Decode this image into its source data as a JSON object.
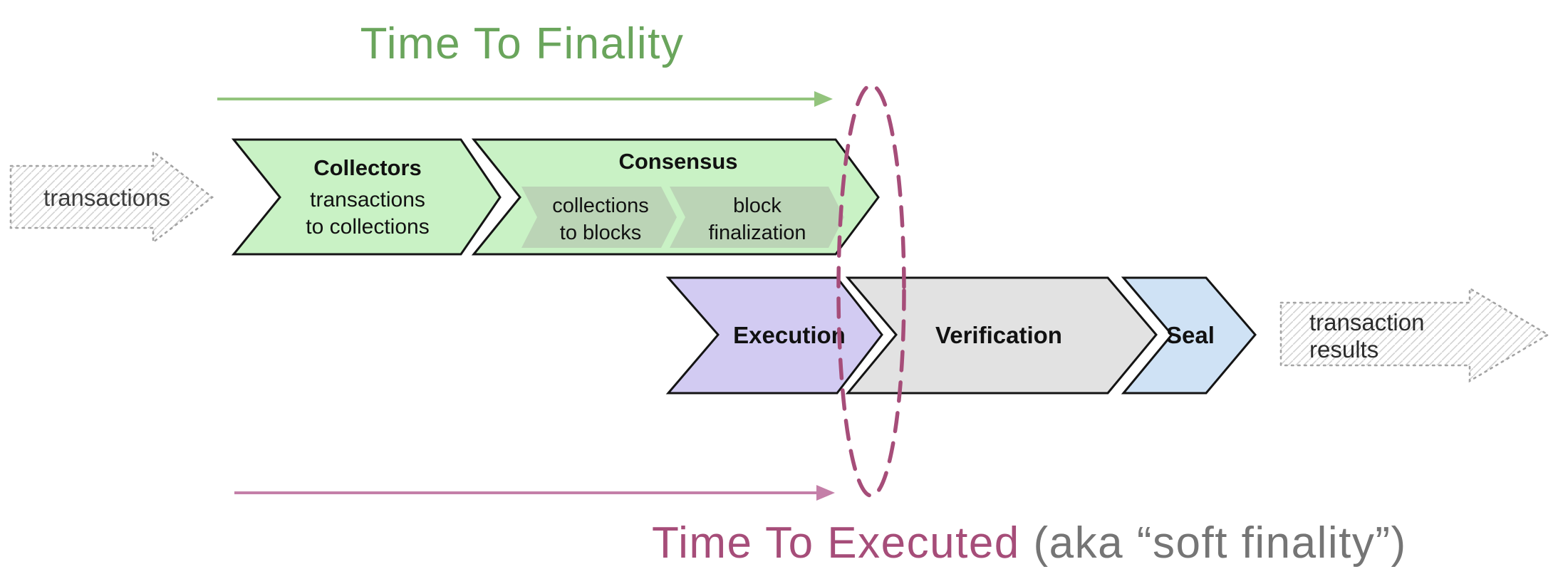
{
  "titles": {
    "finality": "Time To Finality",
    "executed": "Time To Executed",
    "executed_suffix": " (aka “soft finality”)"
  },
  "io": {
    "input_label": "transactions",
    "output_line1": "transaction",
    "output_line2": "results"
  },
  "stages": {
    "collectors": {
      "title": "Collectors",
      "line1": "transactions",
      "line2": "to collections"
    },
    "consensus": {
      "title": "Consensus",
      "sub1_line1": "collections",
      "sub1_line2": "to blocks",
      "sub2_line1": "block",
      "sub2_line2": "finalization"
    },
    "execution": {
      "title": "Execution"
    },
    "verification": {
      "title": "Verification"
    },
    "seal": {
      "title": "Seal"
    }
  },
  "colors": {
    "green_title": "#6aa55c",
    "green_arrow": "#93c47d",
    "chevron_green": "#c9f2c5",
    "chevron_sub_green": "#b9d0b4",
    "lavender": "#d2cbf2",
    "gray_stage": "#e2e2e2",
    "blue_stage": "#cfe2f5",
    "magenta": "#a64d79",
    "pink_arrow": "#c47fa8",
    "suffix_gray": "#757575",
    "text_dark": "#111111",
    "hatch_text": "#3d3d3d"
  }
}
